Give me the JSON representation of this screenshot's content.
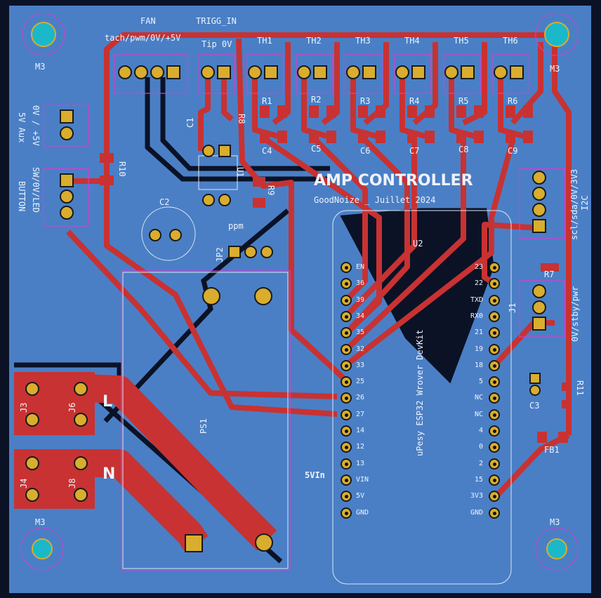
{
  "board": {
    "title": "AMP CONTROLLER",
    "subtitle": "GoodNoize _ Juillet 2024"
  },
  "connectors": {
    "fan": {
      "ref": "FAN",
      "pins": "tach/pwm/0V/+5V"
    },
    "trigg": {
      "ref": "TRIGG_IN",
      "pins": "Tip 0V"
    },
    "th": [
      "TH1",
      "TH2",
      "TH3",
      "TH4",
      "TH5",
      "TH6"
    ],
    "aux": "0V / +5V",
    "aux_ref": "5V Aux",
    "button_pins": "SW/0V/LED",
    "button_ref": "BUTTON",
    "i2c_pins": "scl/sda/0V/3V3",
    "i2c_ref": "I2C",
    "pwr_pins": "0V/stby/pwr",
    "ppm": "ppm"
  },
  "resistors": [
    "R1",
    "R2",
    "R3",
    "R4",
    "R5",
    "R6"
  ],
  "caps": [
    "C4",
    "C5",
    "C6",
    "C7",
    "C8",
    "C9"
  ],
  "refs": {
    "c1": "C1",
    "r8": "R8",
    "u1": "U1",
    "r9": "R9",
    "r10": "R10",
    "c2": "C2",
    "jp2": "JP2",
    "ps1": "PS1",
    "j3": "J3",
    "j6": "J6",
    "j4": "J4",
    "j8": "J8",
    "l": "L",
    "n": "N",
    "vin": "5VIn",
    "u2": "U2",
    "j1": "J1",
    "r7": "R7",
    "c3": "C3",
    "r11": "R11",
    "fb1": "FB1",
    "m3": "M3"
  },
  "module": {
    "name": "uPesy ESP32 Wrover DevKit",
    "left_pins": [
      "EN",
      "36",
      "39",
      "34",
      "35",
      "32",
      "33",
      "25",
      "26",
      "27",
      "14",
      "12",
      "13",
      "VIN",
      "5V",
      "GND"
    ],
    "right_pins": [
      "23",
      "22",
      "TXD",
      "RX0",
      "21",
      "19",
      "18",
      "5",
      "NC",
      "NC",
      "4",
      "0",
      "2",
      "15",
      "3V3",
      "GND"
    ]
  },
  "colors": {
    "board": "#4a7fc6",
    "copper": "#c83232",
    "pad": "#d9ad2d",
    "silk": "#eef3fa"
  }
}
